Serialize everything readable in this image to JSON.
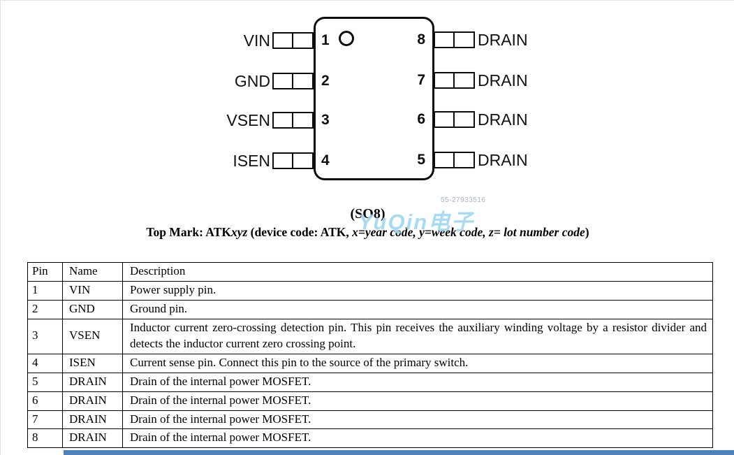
{
  "diagram": {
    "package_label": "(SO8)",
    "left_pins": [
      {
        "num": "1",
        "label": "VIN"
      },
      {
        "num": "2",
        "label": "GND"
      },
      {
        "num": "3",
        "label": "VSEN"
      },
      {
        "num": "4",
        "label": "ISEN"
      }
    ],
    "right_pins": [
      {
        "num": "8",
        "label": "DRAIN"
      },
      {
        "num": "7",
        "label": "DRAIN"
      },
      {
        "num": "6",
        "label": "DRAIN"
      },
      {
        "num": "5",
        "label": "DRAIN"
      }
    ]
  },
  "top_mark_line": {
    "bold_prefix": "Top Mark: ATK",
    "italic_xyz": "xyz",
    "bold_mid": " (device code: ATK, ",
    "italic_codes": "x=year code, y=week code, z= lot number code",
    "bold_close": ")"
  },
  "watermark": {
    "phone": "55-27933516",
    "text": "YuQin电子"
  },
  "pin_table": {
    "headers": [
      "Pin",
      "Name",
      "Description"
    ],
    "rows": [
      {
        "pin": "1",
        "name": "VIN",
        "description": "Power supply pin."
      },
      {
        "pin": "2",
        "name": "GND",
        "description": "Ground pin."
      },
      {
        "pin": "3",
        "name": "VSEN",
        "description": "Inductor current zero-crossing detection pin. This pin receives the auxiliary winding voltage by a resistor divider and detects the inductor current zero crossing point."
      },
      {
        "pin": "4",
        "name": "ISEN",
        "description": "Current sense pin. Connect this pin to the source of the primary switch."
      },
      {
        "pin": "5",
        "name": "DRAIN",
        "description": "Drain of the internal power MOSFET."
      },
      {
        "pin": "6",
        "name": "DRAIN",
        "description": "Drain of the internal power MOSFET."
      },
      {
        "pin": "7",
        "name": "DRAIN",
        "description": "Drain of the internal power MOSFET."
      },
      {
        "pin": "8",
        "name": "DRAIN",
        "description": "Drain of the internal power MOSFET."
      }
    ]
  },
  "footer": {
    "bar_color": "#4f81bd"
  }
}
